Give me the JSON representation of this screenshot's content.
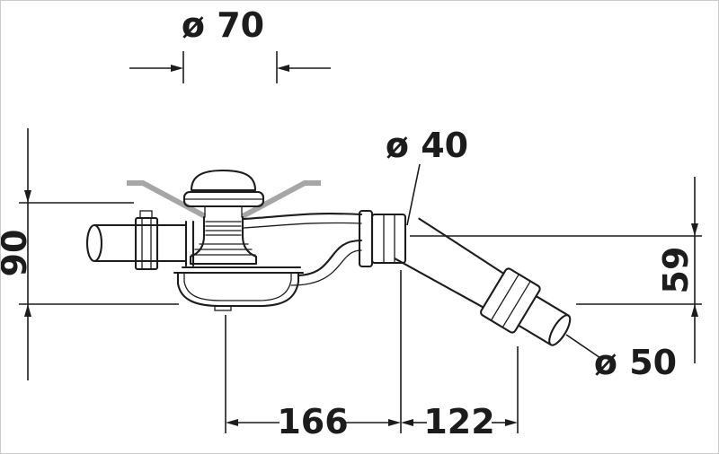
{
  "labels": {
    "top_diameter": "ø 70",
    "pipe_diameter": "ø 40",
    "outlet_diameter": "ø 50",
    "height_left": "90",
    "height_right": "59",
    "length_left": "166",
    "length_right": "122"
  },
  "colors": {
    "line": "#1c1c1c",
    "tub_wall": "#a6a6a6",
    "background": "#ffffff"
  }
}
